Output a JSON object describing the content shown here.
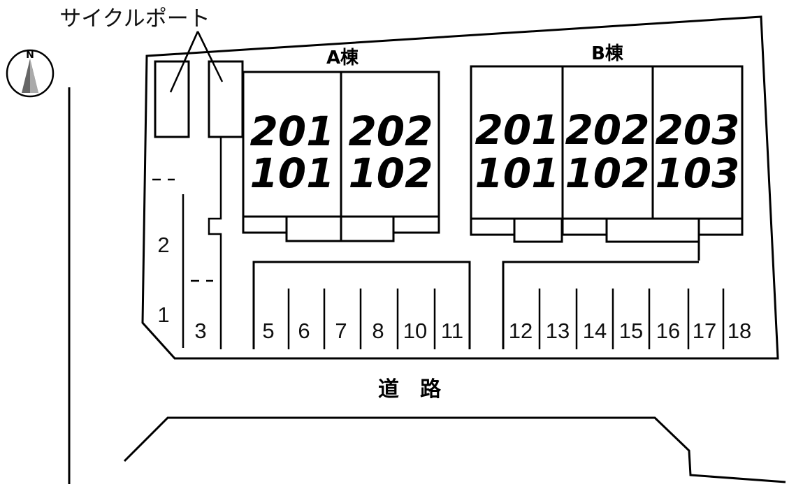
{
  "labels": {
    "cycle_port": "サイクルポート",
    "road": "道　路",
    "north": "N"
  },
  "buildings": [
    {
      "name": "A棟",
      "units": [
        {
          "upper": "201",
          "lower": "101"
        },
        {
          "upper": "202",
          "lower": "102"
        }
      ]
    },
    {
      "name": "B棟",
      "units": [
        {
          "upper": "201",
          "lower": "101"
        },
        {
          "upper": "202",
          "lower": "102"
        },
        {
          "upper": "203",
          "lower": "103"
        }
      ]
    }
  ],
  "parking": {
    "left": [
      "2",
      "1",
      "3"
    ],
    "center": [
      "5",
      "6",
      "7",
      "8",
      "10",
      "11"
    ],
    "right": [
      "12",
      "13",
      "14",
      "15",
      "16",
      "17",
      "18"
    ]
  }
}
